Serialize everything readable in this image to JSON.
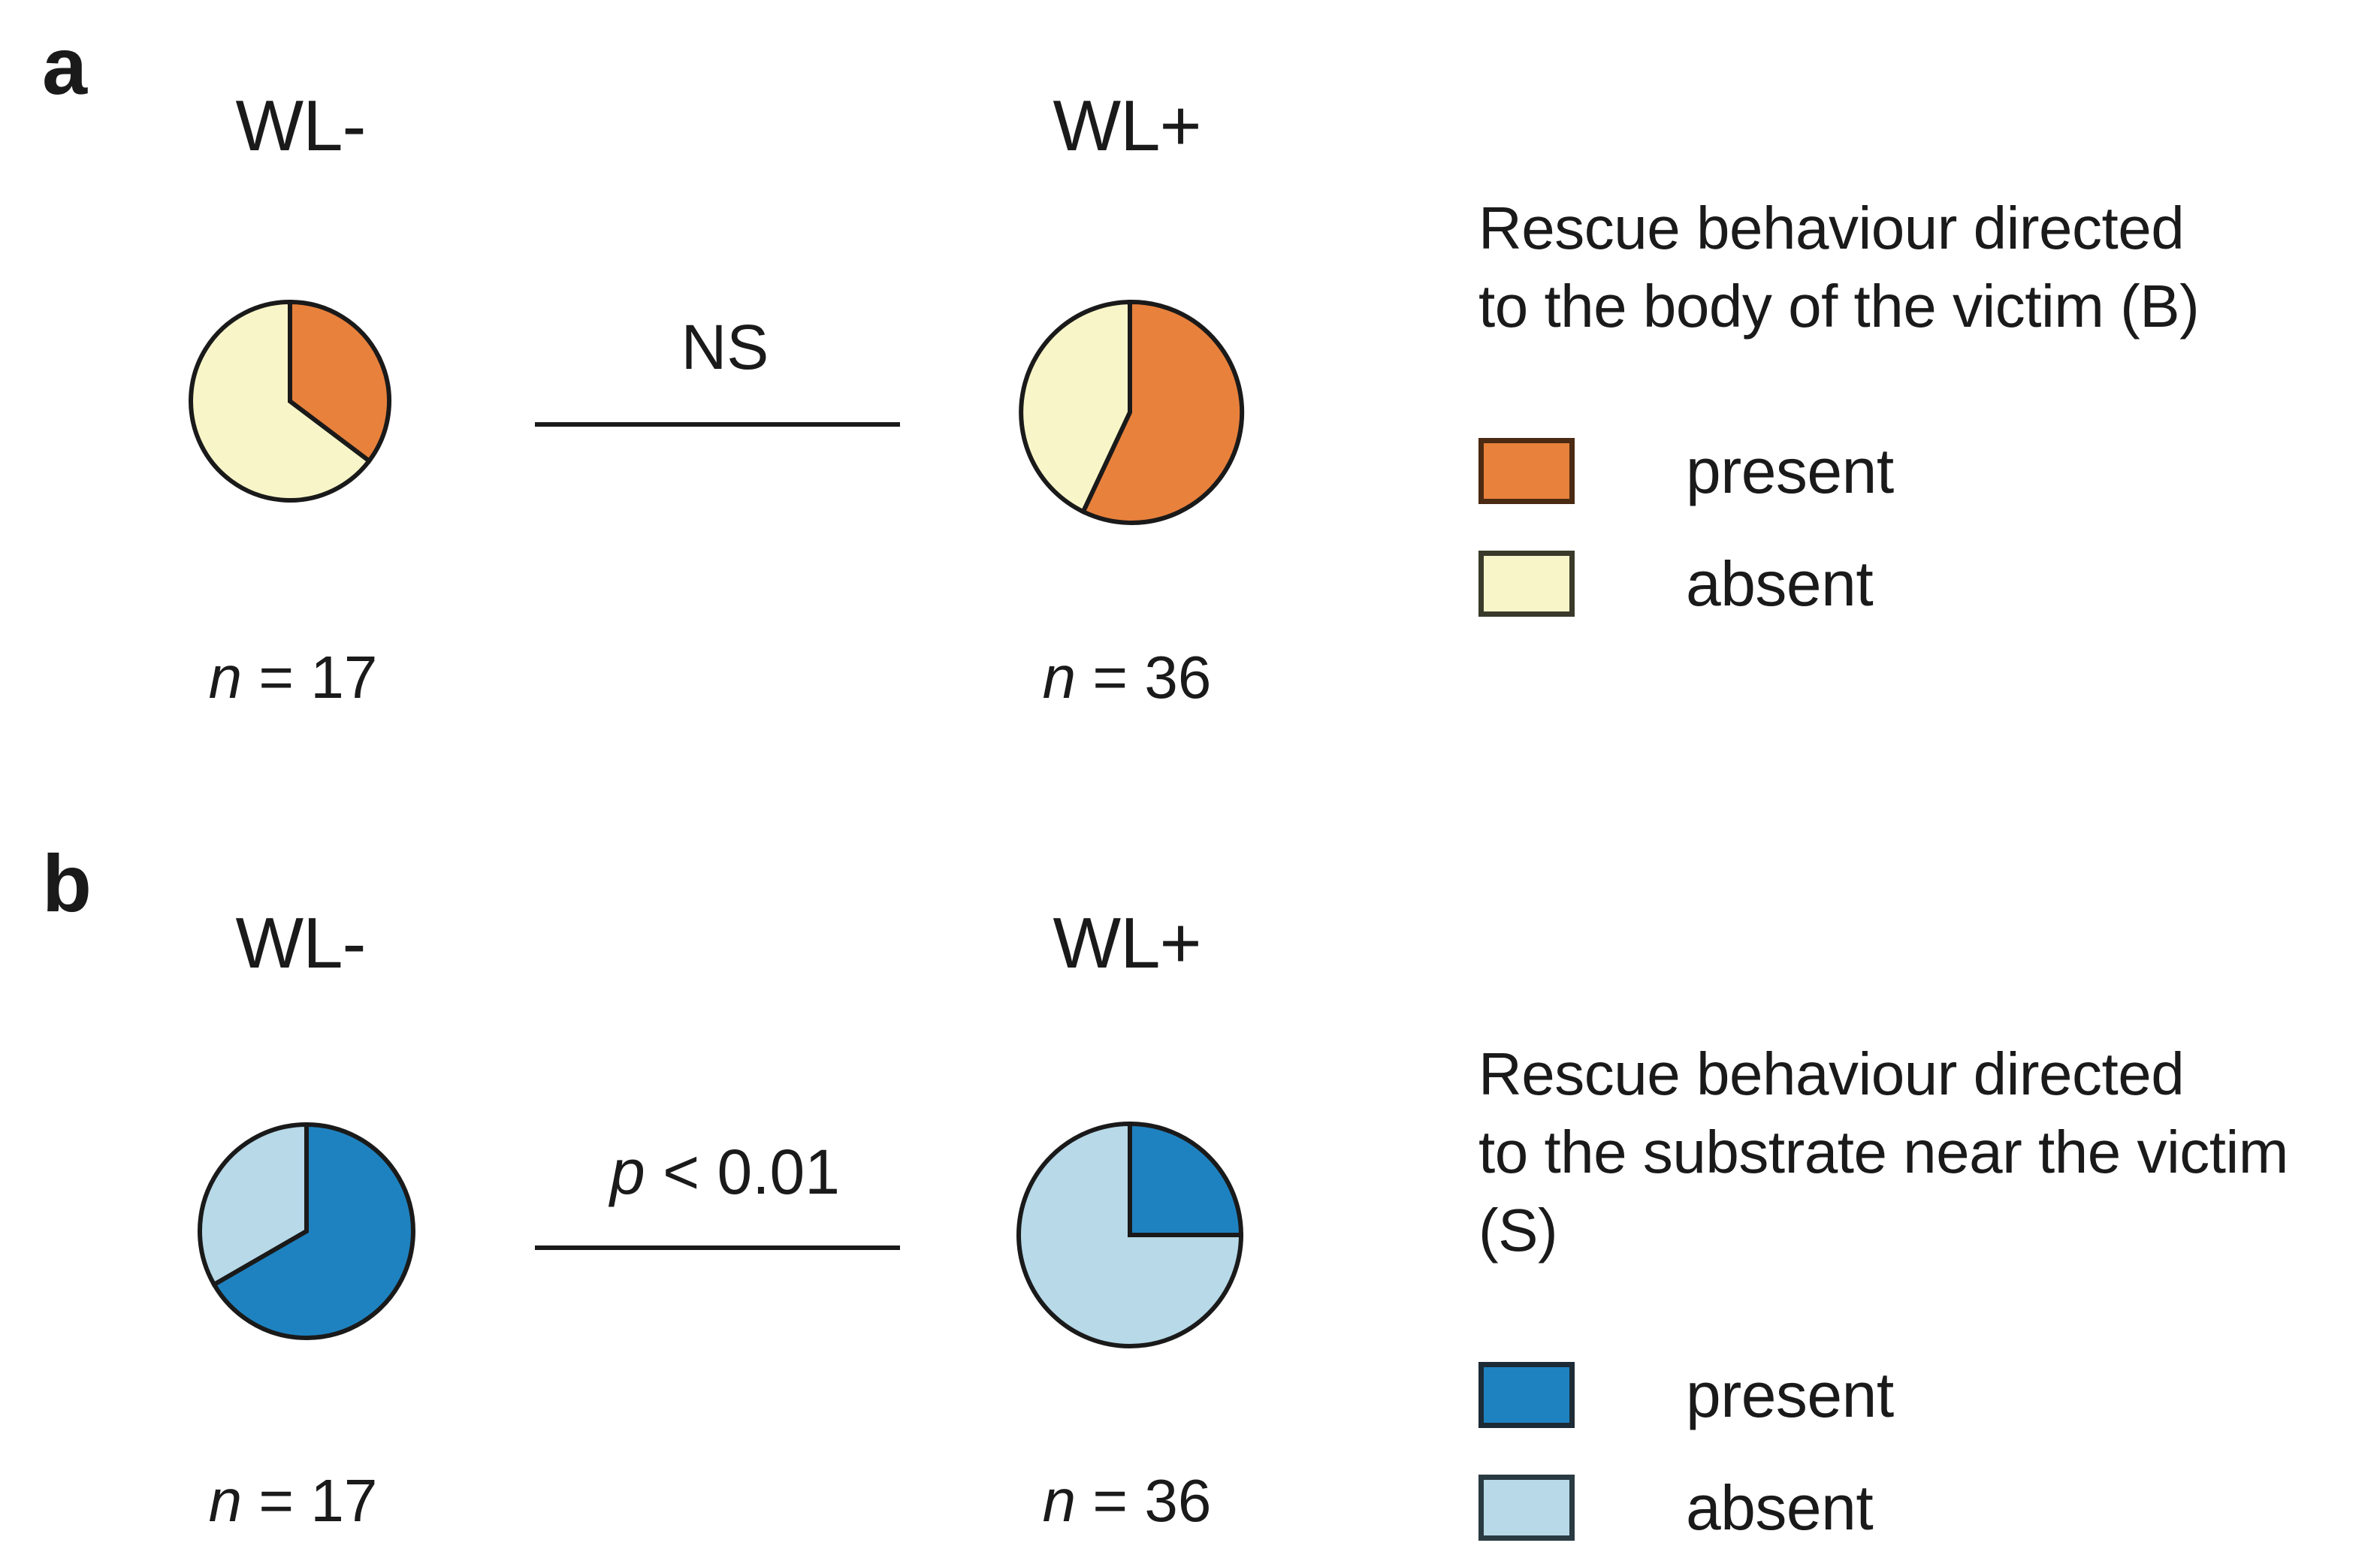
{
  "figure": {
    "background": "#ffffff",
    "stroke_color": "#1a1a1a"
  },
  "panels": [
    {
      "label": "a",
      "groups": [
        {
          "title": "WL-",
          "n_prefix": "n",
          "n_eq": " = ",
          "n_value": "17"
        },
        {
          "title": "WL+",
          "n_prefix": "n",
          "n_eq": " = ",
          "n_value": "36"
        }
      ],
      "significance": "NS",
      "significance_italic_prefix": "",
      "legend": {
        "title": "Rescue behaviour directed\nto the body of the victim (B)",
        "items": [
          {
            "label": "present",
            "color": "#e8813c"
          },
          {
            "label": "absent",
            "color": "#f8f5c8"
          }
        ]
      }
    },
    {
      "label": "b",
      "groups": [
        {
          "title": "WL-",
          "n_prefix": "n",
          "n_eq": " = ",
          "n_value": "17"
        },
        {
          "title": "WL+",
          "n_prefix": "n",
          "n_eq": " = ",
          "n_value": "36"
        }
      ],
      "significance": "< 0.01",
      "significance_italic_prefix": "p ",
      "legend": {
        "title": "Rescue behaviour directed\nto the substrate near the victim (S)",
        "items": [
          {
            "label": "present",
            "color": "#1f82c0"
          },
          {
            "label": "absent",
            "color": "#b7d9e8"
          }
        ]
      }
    }
  ],
  "chart_data": [
    {
      "type": "pie",
      "panel": "a",
      "group": "WL-",
      "title": "WL-",
      "n": 17,
      "categories": [
        "present",
        "absent"
      ],
      "values": [
        35.3,
        64.7
      ],
      "counts": [
        6,
        11
      ],
      "colors": [
        "#e8813c",
        "#f8f5c8"
      ],
      "start_angle_deg": 0,
      "slice_angles_deg": [
        127,
        233
      ],
      "units": "percent",
      "legend_title": "Rescue behaviour directed to the body of the victim (B)"
    },
    {
      "type": "pie",
      "panel": "a",
      "group": "WL+",
      "title": "WL+",
      "n": 36,
      "categories": [
        "present",
        "absent"
      ],
      "values": [
        57.0,
        43.0
      ],
      "counts": [
        21,
        15
      ],
      "colors": [
        "#e8813c",
        "#f8f5c8"
      ],
      "start_angle_deg": 0,
      "slice_angles_deg": [
        205,
        155
      ],
      "units": "percent",
      "legend_title": "Rescue behaviour directed to the body of the victim (B)"
    },
    {
      "type": "pie",
      "panel": "b",
      "group": "WL-",
      "title": "WL-",
      "n": 17,
      "categories": [
        "present",
        "absent"
      ],
      "values": [
        66.7,
        33.3
      ],
      "counts": [
        11,
        6
      ],
      "colors": [
        "#1f82c0",
        "#b7d9e8"
      ],
      "start_angle_deg": 0,
      "slice_angles_deg": [
        240,
        120
      ],
      "units": "percent",
      "legend_title": "Rescue behaviour directed to the substrate near the victim (S)"
    },
    {
      "type": "pie",
      "panel": "b",
      "group": "WL+",
      "title": "WL+",
      "n": 36,
      "categories": [
        "present",
        "absent"
      ],
      "values": [
        25.0,
        75.0
      ],
      "counts": [
        9,
        27
      ],
      "colors": [
        "#1f82c0",
        "#b7d9e8"
      ],
      "start_angle_deg": 0,
      "slice_angles_deg": [
        90,
        270
      ],
      "units": "percent",
      "legend_title": "Rescue behaviour directed to the substrate near the victim (S)"
    }
  ],
  "comparisons": [
    {
      "panel": "a",
      "text": "NS"
    },
    {
      "panel": "b",
      "text": "p < 0.01"
    }
  ]
}
